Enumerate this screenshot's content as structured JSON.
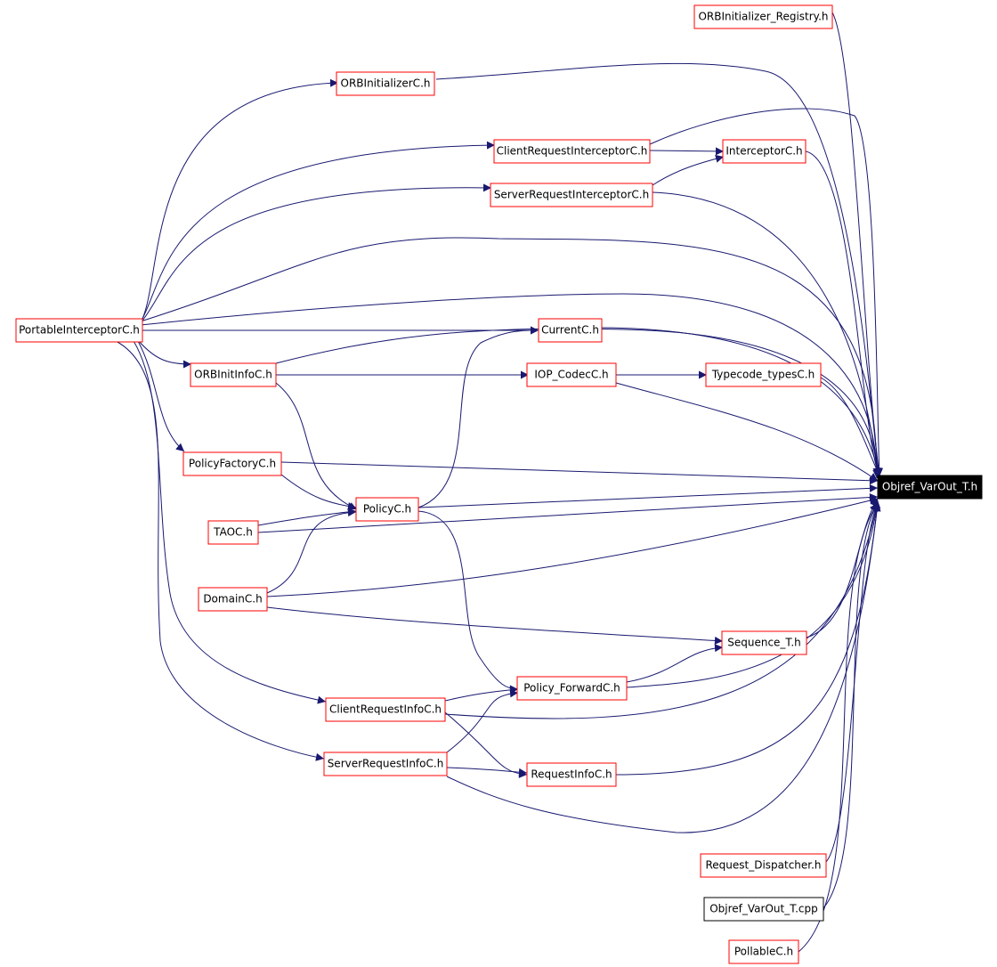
{
  "colors": {
    "edge": "#191970",
    "node_border": "#ff0000",
    "plain_border": "#000000",
    "focus_fill": "#000000",
    "focus_text": "#ffffff",
    "background": "#ffffff"
  },
  "nodes": {
    "orbinitializer_registry": "ORBInitializer_Registry.h",
    "orbinitializer": "ORBInitializerC.h",
    "client_request_interceptor": "ClientRequestInterceptorC.h",
    "interceptor": "InterceptorC.h",
    "server_request_interceptor": "ServerRequestInterceptorC.h",
    "portable_interceptor": "PortableInterceptorC.h",
    "current": "CurrentC.h",
    "orbinitinfo": "ORBInitInfoC.h",
    "iop_codec": "IOP_CodecC.h",
    "typecode_types": "Typecode_typesC.h",
    "policy_factory": "PolicyFactoryC.h",
    "objref_varout": "Objref_VarOut_T.h",
    "policy": "PolicyC.h",
    "taoc": "TAOC.h",
    "domain": "DomainC.h",
    "sequence": "Sequence_T.h",
    "policy_forward": "Policy_ForwardC.h",
    "client_request_info": "ClientRequestInfoC.h",
    "server_request_info": "ServerRequestInfoC.h",
    "request_info": "RequestInfoC.h",
    "request_dispatcher": "Request_Dispatcher.h",
    "objref_varout_cpp": "Objref_VarOut_T.cpp",
    "pollable": "PollableC.h"
  }
}
